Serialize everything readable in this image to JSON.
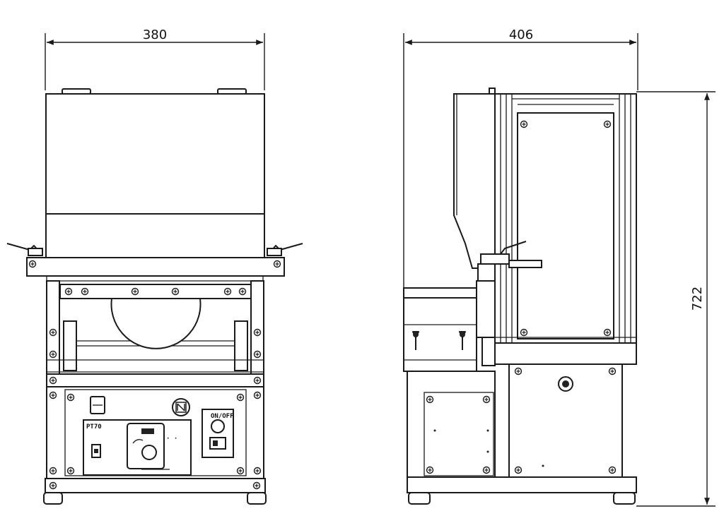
{
  "figure": {
    "front_view": {
      "width_dim": "380",
      "panel_label": "PT70",
      "switch_label": "ON/OFF"
    },
    "side_view": {
      "depth_dim": "406",
      "height_dim": "722"
    }
  }
}
